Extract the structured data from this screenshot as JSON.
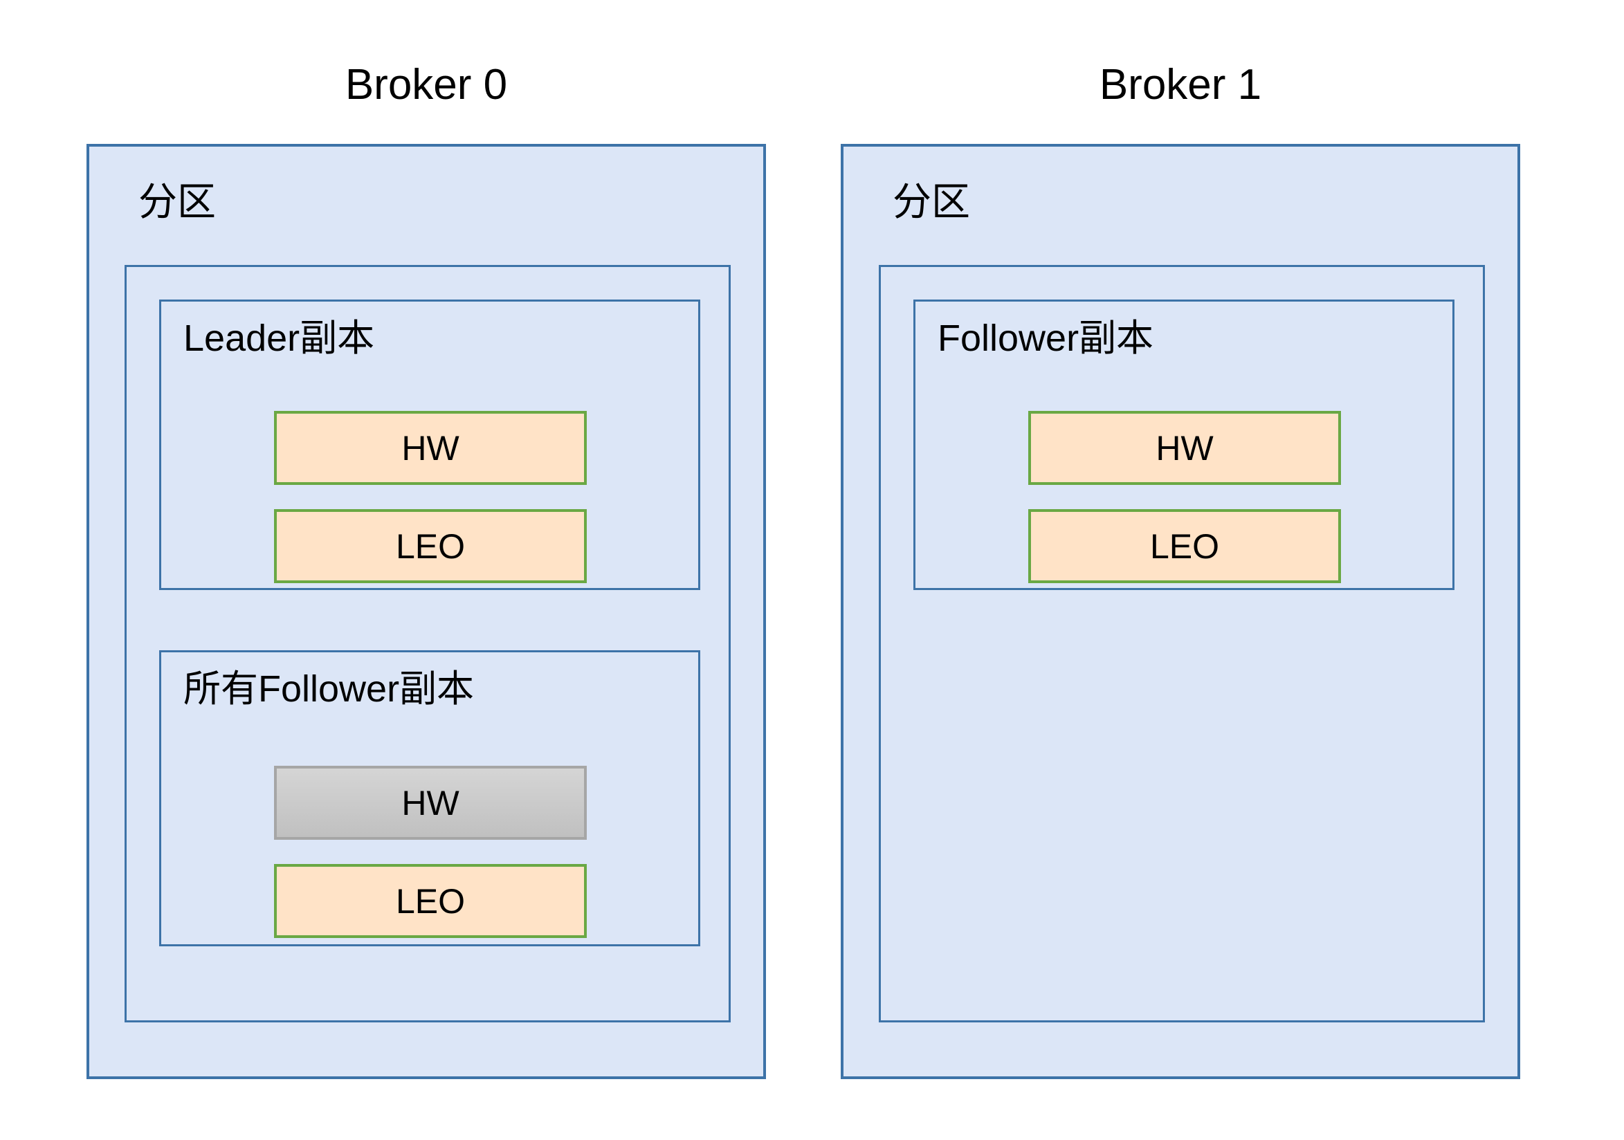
{
  "diagram": {
    "title_bar": {
      "broker0": "Broker 0",
      "broker1": "Broker 1"
    },
    "brokers": [
      {
        "id": "broker0",
        "title": "Broker 0",
        "partition_label": "分区",
        "replica_groups": [
          {
            "id": "leader-replica",
            "title": "Leader副本",
            "chips": [
              {
                "label": "HW",
                "style": "orange"
              },
              {
                "label": "LEO",
                "style": "orange"
              }
            ]
          },
          {
            "id": "all-follower-replica",
            "title": "所有Follower副本",
            "chips": [
              {
                "label": "HW",
                "style": "gray"
              },
              {
                "label": "LEO",
                "style": "orange"
              }
            ]
          }
        ]
      },
      {
        "id": "broker1",
        "title": "Broker 1",
        "partition_label": "分区",
        "replica_groups": [
          {
            "id": "follower-replica",
            "title": "Follower副本",
            "chips": [
              {
                "label": "HW",
                "style": "orange"
              },
              {
                "label": "LEO",
                "style": "orange"
              }
            ]
          }
        ]
      }
    ],
    "colors": {
      "box_fill": "#dce6f7",
      "box_border": "#3d73a8",
      "chip_orange_fill": "#ffe3c7",
      "chip_orange_border": "#6aa844",
      "chip_gray_fill": "#c8c8c8",
      "chip_gray_border": "#a6a6a6",
      "text": "#000000",
      "background": "#ffffff"
    }
  }
}
